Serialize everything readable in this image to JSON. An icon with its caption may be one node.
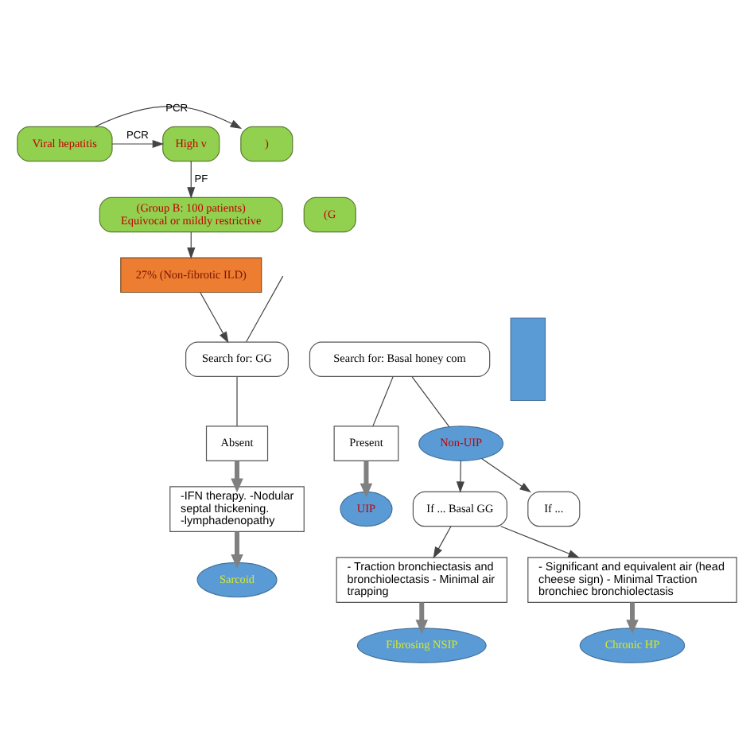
{
  "diagram": {
    "nodes": [
      {
        "text": [
          ")"
        ]
      },
      {
        "text": [
          "Viral hepatitis"
        ]
      },
      {
        "text": [
          "High v"
        ]
      },
      {
        "text": [
          "(Group B: 100 patients)",
          "Equivocal or mildly restrictive"
        ]
      },
      {
        "text": [
          "(G"
        ]
      },
      {
        "text": [
          "27% (Non-fibrotic ILD)"
        ]
      },
      {
        "text": [
          "Search for: GG"
        ]
      },
      {
        "text": [
          "Search for: Basal honey com"
        ]
      },
      {
        "text": [
          "Absent"
        ]
      },
      {
        "text": [
          "-IFN therapy. -Nodular septal thickening. -lymphadenopathy"
        ]
      },
      {
        "text": [
          "Sarcoid"
        ]
      },
      {
        "text": [
          "Present"
        ]
      },
      {
        "text": [
          "UIP"
        ]
      },
      {
        "text": [
          "Non-UIP"
        ]
      },
      {
        "text": [
          "If ... Basal GG"
        ]
      },
      {
        "text": [
          "If ..."
        ]
      },
      {
        "text": [
          "- Traction bronchiectasis and bronchiolectasis - Minimal air trapping"
        ]
      },
      {
        "text": [
          "- Significant and equivalent air (head cheese sign) - Minimal Traction bronchiec bronchiolectasis"
        ]
      },
      {
        "text": [
          "Fibrosing NSIP"
        ]
      },
      {
        "text": [
          "Chronic HP"
        ]
      },
      {
        "text": [],
        "shape": "box"
      }
    ],
    "edges": [
      {
        "from": 1,
        "to": 0,
        "arrow": "to",
        "label": "PCR"
      },
      {
        "from": 1,
        "to": 2,
        "arrow": "to",
        "label": "PCR"
      },
      {
        "from": 2,
        "to": 3,
        "arrow": "to",
        "label": "PF"
      },
      {
        "from": 3,
        "to": 5,
        "arrow": "to"
      },
      {
        "from": 5,
        "to": 6,
        "arrow": "to"
      },
      {
        "from": null,
        "to": 6,
        "arrow": "none"
      },
      {
        "from": 6,
        "to": 8,
        "arrow": "none"
      },
      {
        "from": 8,
        "to": 9,
        "arrow": "to",
        "style": "thick",
        "color": "#808080"
      },
      {
        "from": 9,
        "to": 10,
        "arrow": "to",
        "style": "thick",
        "color": "#808080"
      },
      {
        "from": 7,
        "to": 11,
        "arrow": "none"
      },
      {
        "from": 7,
        "to": 13,
        "arrow": "none"
      },
      {
        "from": 11,
        "to": 12,
        "arrow": "to",
        "style": "thick",
        "color": "#808080"
      },
      {
        "from": 13,
        "to": 14,
        "arrow": "to"
      },
      {
        "from": 13,
        "to": 15,
        "arrow": "to"
      },
      {
        "from": 14,
        "to": 16,
        "arrow": "to"
      },
      {
        "from": 14,
        "to": 17,
        "arrow": "to"
      },
      {
        "from": 16,
        "to": 18,
        "arrow": "to",
        "style": "thick",
        "color": "#808080"
      },
      {
        "from": 17,
        "to": 19,
        "arrow": "to",
        "style": "thick",
        "color": "#808080"
      }
    ]
  }
}
